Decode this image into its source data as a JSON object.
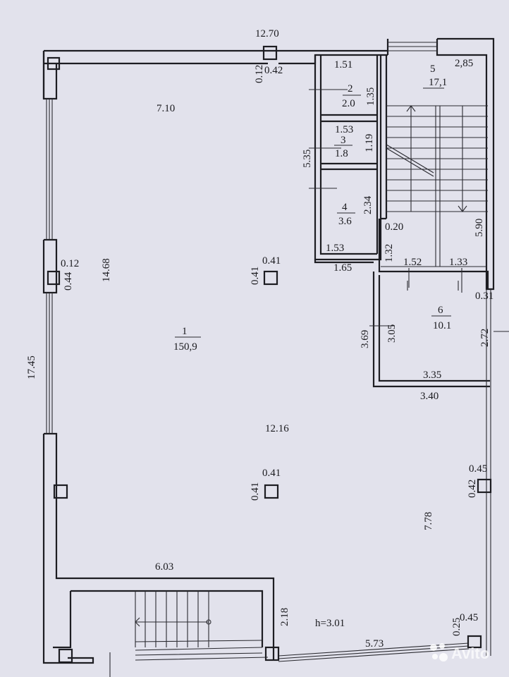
{
  "plan": {
    "overall_width_top": "12.70",
    "col_top_a": "0.12",
    "col_top_b": "0.42",
    "room1_top_width": "7.10",
    "room2": {
      "width": "1.51",
      "number": "2",
      "area": "2.0",
      "depth": "1.35"
    },
    "room3": {
      "width": "1.53",
      "number": "3",
      "area": "1.8",
      "depth": "1.19"
    },
    "rooms_2_4_total": "5.35",
    "room4": {
      "number": "4",
      "area": "3.6",
      "depth": "2.34",
      "width": "1.53",
      "outer_width": "1.65"
    },
    "room5": {
      "number": "5",
      "area": "17,1",
      "width": "2,85",
      "wall": "0.20",
      "length": "5.90",
      "landing": "1.32",
      "landing_w1": "1.52",
      "landing_w2": "1.33"
    },
    "room6": {
      "number": "6",
      "area": "10.1",
      "wall_right": "0.31",
      "outer_depth": "3.69",
      "depth": "3.05",
      "right_depth": "2.72",
      "width": "3.35",
      "outer_width": "3.40"
    },
    "col_left_a": "0.12",
    "col_left_b": "0.44",
    "left_upper": "14.68",
    "left_total": "17.45",
    "col_mid1_a": "0.41",
    "col_mid1_b": "0.41",
    "room1": {
      "number": "1",
      "area": "150,9"
    },
    "room1_mid_width": "12.16",
    "col_mid2_a": "0.41",
    "col_mid2_b": "0.41",
    "col_right_a": "0.45",
    "col_right_b": "0.42",
    "right_lower": "7.78",
    "stair_bottom_width": "6.03",
    "stair_bottom_depth": "2.18",
    "height": "h=3.01",
    "bottom_wall": "5.73",
    "col_br_a": "0.45",
    "col_br_b": "0.25",
    "watermark": "Avito"
  }
}
